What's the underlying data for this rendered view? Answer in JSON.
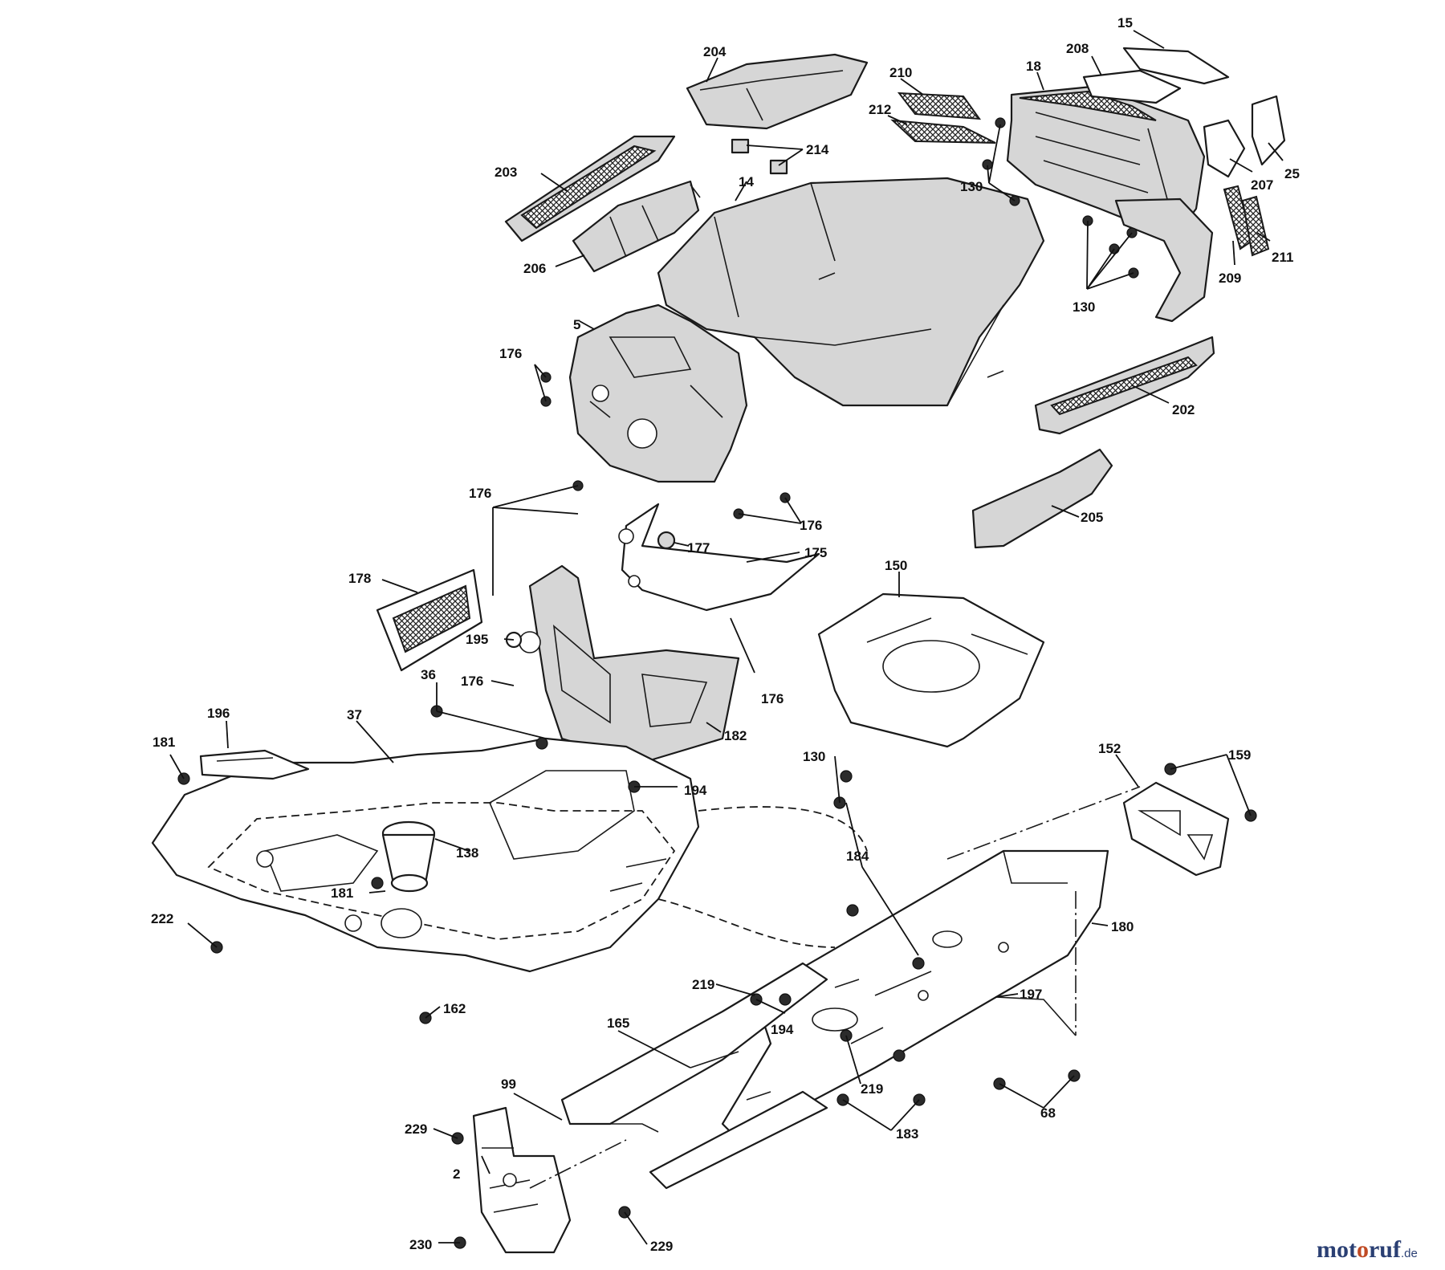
{
  "callouts": [
    {
      "id": "15",
      "text": "15"
    },
    {
      "id": "18",
      "text": "18"
    },
    {
      "id": "204",
      "text": "204"
    },
    {
      "id": "208",
      "text": "208"
    },
    {
      "id": "210",
      "text": "210"
    },
    {
      "id": "212",
      "text": "212"
    },
    {
      "id": "214",
      "text": "214"
    },
    {
      "id": "203",
      "text": "203"
    },
    {
      "id": "14",
      "text": "14"
    },
    {
      "id": "130a",
      "text": "130"
    },
    {
      "id": "207",
      "text": "207"
    },
    {
      "id": "25",
      "text": "25"
    },
    {
      "id": "206",
      "text": "206"
    },
    {
      "id": "209",
      "text": "209"
    },
    {
      "id": "211",
      "text": "211"
    },
    {
      "id": "130b",
      "text": "130"
    },
    {
      "id": "5",
      "text": "5"
    },
    {
      "id": "176a",
      "text": "176"
    },
    {
      "id": "202",
      "text": "202"
    },
    {
      "id": "176b",
      "text": "176"
    },
    {
      "id": "176c",
      "text": "176"
    },
    {
      "id": "205",
      "text": "205"
    },
    {
      "id": "177",
      "text": "177"
    },
    {
      "id": "175",
      "text": "175"
    },
    {
      "id": "150",
      "text": "150"
    },
    {
      "id": "178",
      "text": "178"
    },
    {
      "id": "195",
      "text": "195"
    },
    {
      "id": "36",
      "text": "36"
    },
    {
      "id": "176d",
      "text": "176"
    },
    {
      "id": "176e",
      "text": "176"
    },
    {
      "id": "196",
      "text": "196"
    },
    {
      "id": "37",
      "text": "37"
    },
    {
      "id": "182",
      "text": "182"
    },
    {
      "id": "181a",
      "text": "181"
    },
    {
      "id": "130c",
      "text": "130"
    },
    {
      "id": "152",
      "text": "152"
    },
    {
      "id": "159",
      "text": "159"
    },
    {
      "id": "194a",
      "text": "194"
    },
    {
      "id": "138",
      "text": "138"
    },
    {
      "id": "184",
      "text": "184"
    },
    {
      "id": "181b",
      "text": "181"
    },
    {
      "id": "180",
      "text": "180"
    },
    {
      "id": "222",
      "text": "222"
    },
    {
      "id": "219a",
      "text": "219"
    },
    {
      "id": "197",
      "text": "197"
    },
    {
      "id": "162",
      "text": "162"
    },
    {
      "id": "194b",
      "text": "194"
    },
    {
      "id": "165",
      "text": "165"
    },
    {
      "id": "219b",
      "text": "219"
    },
    {
      "id": "68",
      "text": "68"
    },
    {
      "id": "99",
      "text": "99"
    },
    {
      "id": "183",
      "text": "183"
    },
    {
      "id": "229a",
      "text": "229"
    },
    {
      "id": "2",
      "text": "2"
    },
    {
      "id": "230",
      "text": "230"
    },
    {
      "id": "229b",
      "text": "229"
    }
  ],
  "watermark": {
    "name_start": "mot",
    "name_o": "o",
    "name_end": "ruf",
    "tld": ".de"
  }
}
